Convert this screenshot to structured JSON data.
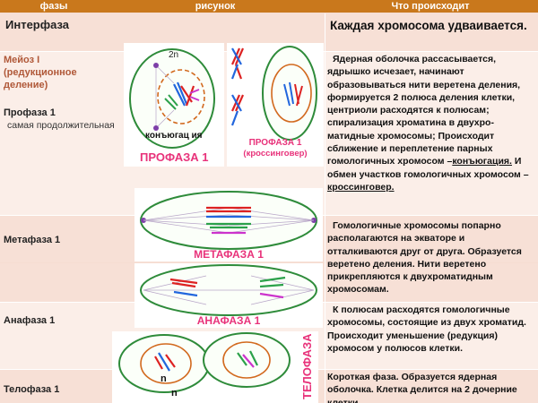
{
  "header": {
    "col1": "фазы",
    "col2": "рисунок",
    "col3": "Что происходит"
  },
  "interphase": {
    "label": "Интерфаза",
    "desc": "Каждая хромосома удваивается."
  },
  "meiosis": {
    "title_line1": "Мейоз I",
    "title_line2": "(редукционное",
    "title_line3": "деление)"
  },
  "prophase": {
    "label": "Профаза 1",
    "note": "самая продолжительная",
    "desc_part1": "Ядерная оболочка рассасывается, ядрышко исчезает, начинают образовываться нити веретена деления, формируется 2 полюса деления клетки, центриоли расходятся к полюсам; спирализация хроматина в двухро-матидные хромосомы; Происходит сближение и переплетение парных гомологичных хромосом –",
    "desc_term1": "конъюгация.",
    "desc_part2": "И обмен участков гомологичных хромосом –",
    "desc_term2": "кроссинговер.",
    "img_2n": "2n",
    "img_conj": "конъюгац ия",
    "img_caption1": "ПРОФАЗА 1",
    "img_caption2_l1": "ПРОФАЗА 1",
    "img_caption2_l2": "(кроссинговер)"
  },
  "metaphase": {
    "label": "Метафаза 1",
    "desc": "Гомологичные хромосомы попарно располагаются на экваторе и отталкиваются друг от друга. Образуется веретено деления. Нити веретено прикрепляются к двухроматидным хромосомам.",
    "caption": "МЕТАФАЗА 1"
  },
  "anaphase": {
    "label": "Анафаза 1",
    "desc": "К полюсам расходятся гомологичные хромосомы, состоящие из двух хроматид. Происходит уменьшение (редукция) хромосом у полюсов клетки.",
    "caption": "АНАФАЗА 1"
  },
  "telophase": {
    "label": "Телофаза 1",
    "desc": "Короткая фаза. Образуется ядерная оболочка. Клетка делится на 2",
    "desc_cut": "дочерние клетки",
    "img_n1": "n",
    "img_n2": "n",
    "caption": "ТЕЛОФАЗА 1"
  }
}
